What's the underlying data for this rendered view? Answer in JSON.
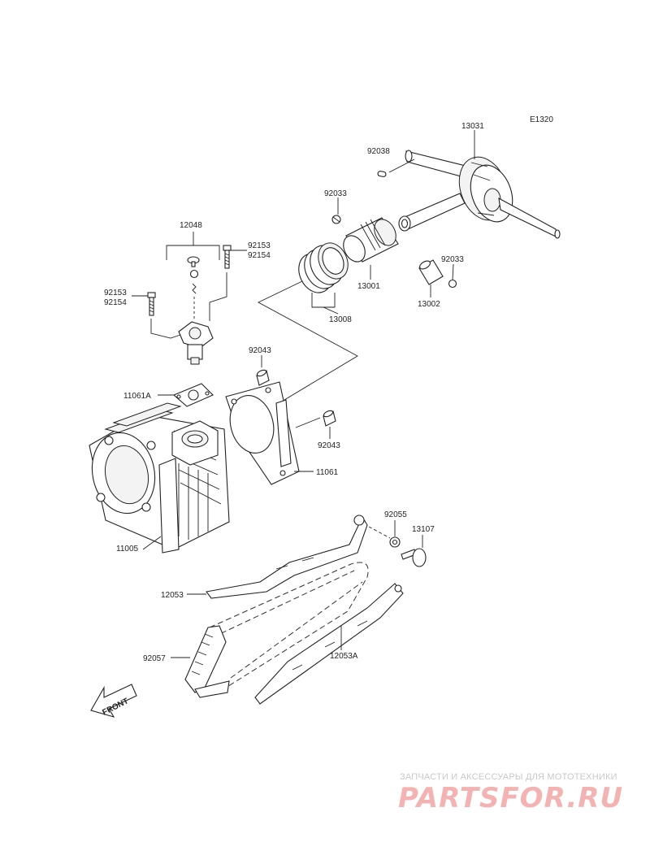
{
  "diagram": {
    "code": "E1320",
    "labels": {
      "p13031": "13031",
      "p92038": "92038",
      "p92033a": "92033",
      "p92033b": "92033",
      "p12048": "12048",
      "p92153a": "92153",
      "p92154a": "92154",
      "p92153b": "92153",
      "p92154b": "92154",
      "p13001": "13001",
      "p13002": "13002",
      "p13008": "13008",
      "p92043a": "92043",
      "p92043b": "92043",
      "p11061A": "11061A",
      "p11061": "11061",
      "p11005": "11005",
      "p92055": "92055",
      "p13107": "13107",
      "p12053": "12053",
      "p92057": "92057",
      "p12053A": "12053A"
    },
    "front_arrow": "FRONT"
  },
  "watermark": {
    "tagline": "ЗАПЧАСТИ И АКСЕССУАРЫ ДЛЯ МОТОТЕХНИКИ",
    "logo": "PARTSFOR.RU"
  }
}
